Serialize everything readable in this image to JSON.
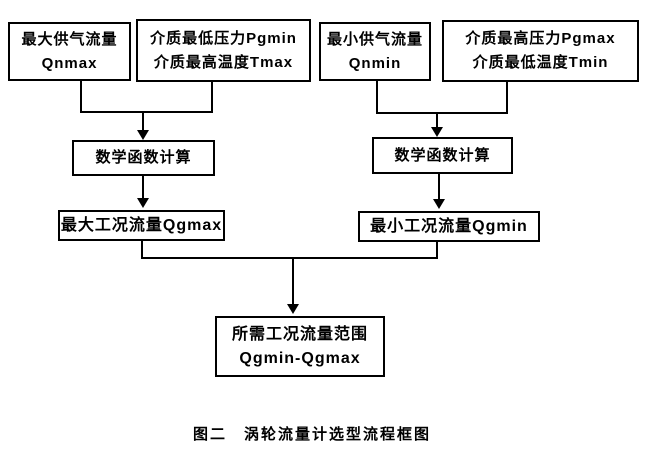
{
  "figure": {
    "caption": "图二　涡轮流量计选型流程框图"
  },
  "nodes": {
    "qnmax": {
      "line1": "最大供气流量",
      "line2": "Qnmax"
    },
    "pgmin_tmax": {
      "line1": "介质最低压力Pgmin",
      "line2": "介质最高温度Tmax"
    },
    "qnmin": {
      "line1": "最小供气流量",
      "line2": "Qnmin"
    },
    "pgmax_tmin": {
      "line1": "介质最高压力Pgmax",
      "line2": "介质最低温度Tmin"
    },
    "math_left": {
      "label": "数学函数计算"
    },
    "math_right": {
      "label": "数学函数计算"
    },
    "qgmax": {
      "label": "最大工况流量Qgmax"
    },
    "qgmin": {
      "label": "最小工况流量Qgmin"
    },
    "range": {
      "line1": "所需工况流量范围",
      "line2": "Qgmin-Qgmax"
    }
  },
  "colors": {
    "line": "#000000",
    "background": "#ffffff",
    "text": "#000000"
  }
}
